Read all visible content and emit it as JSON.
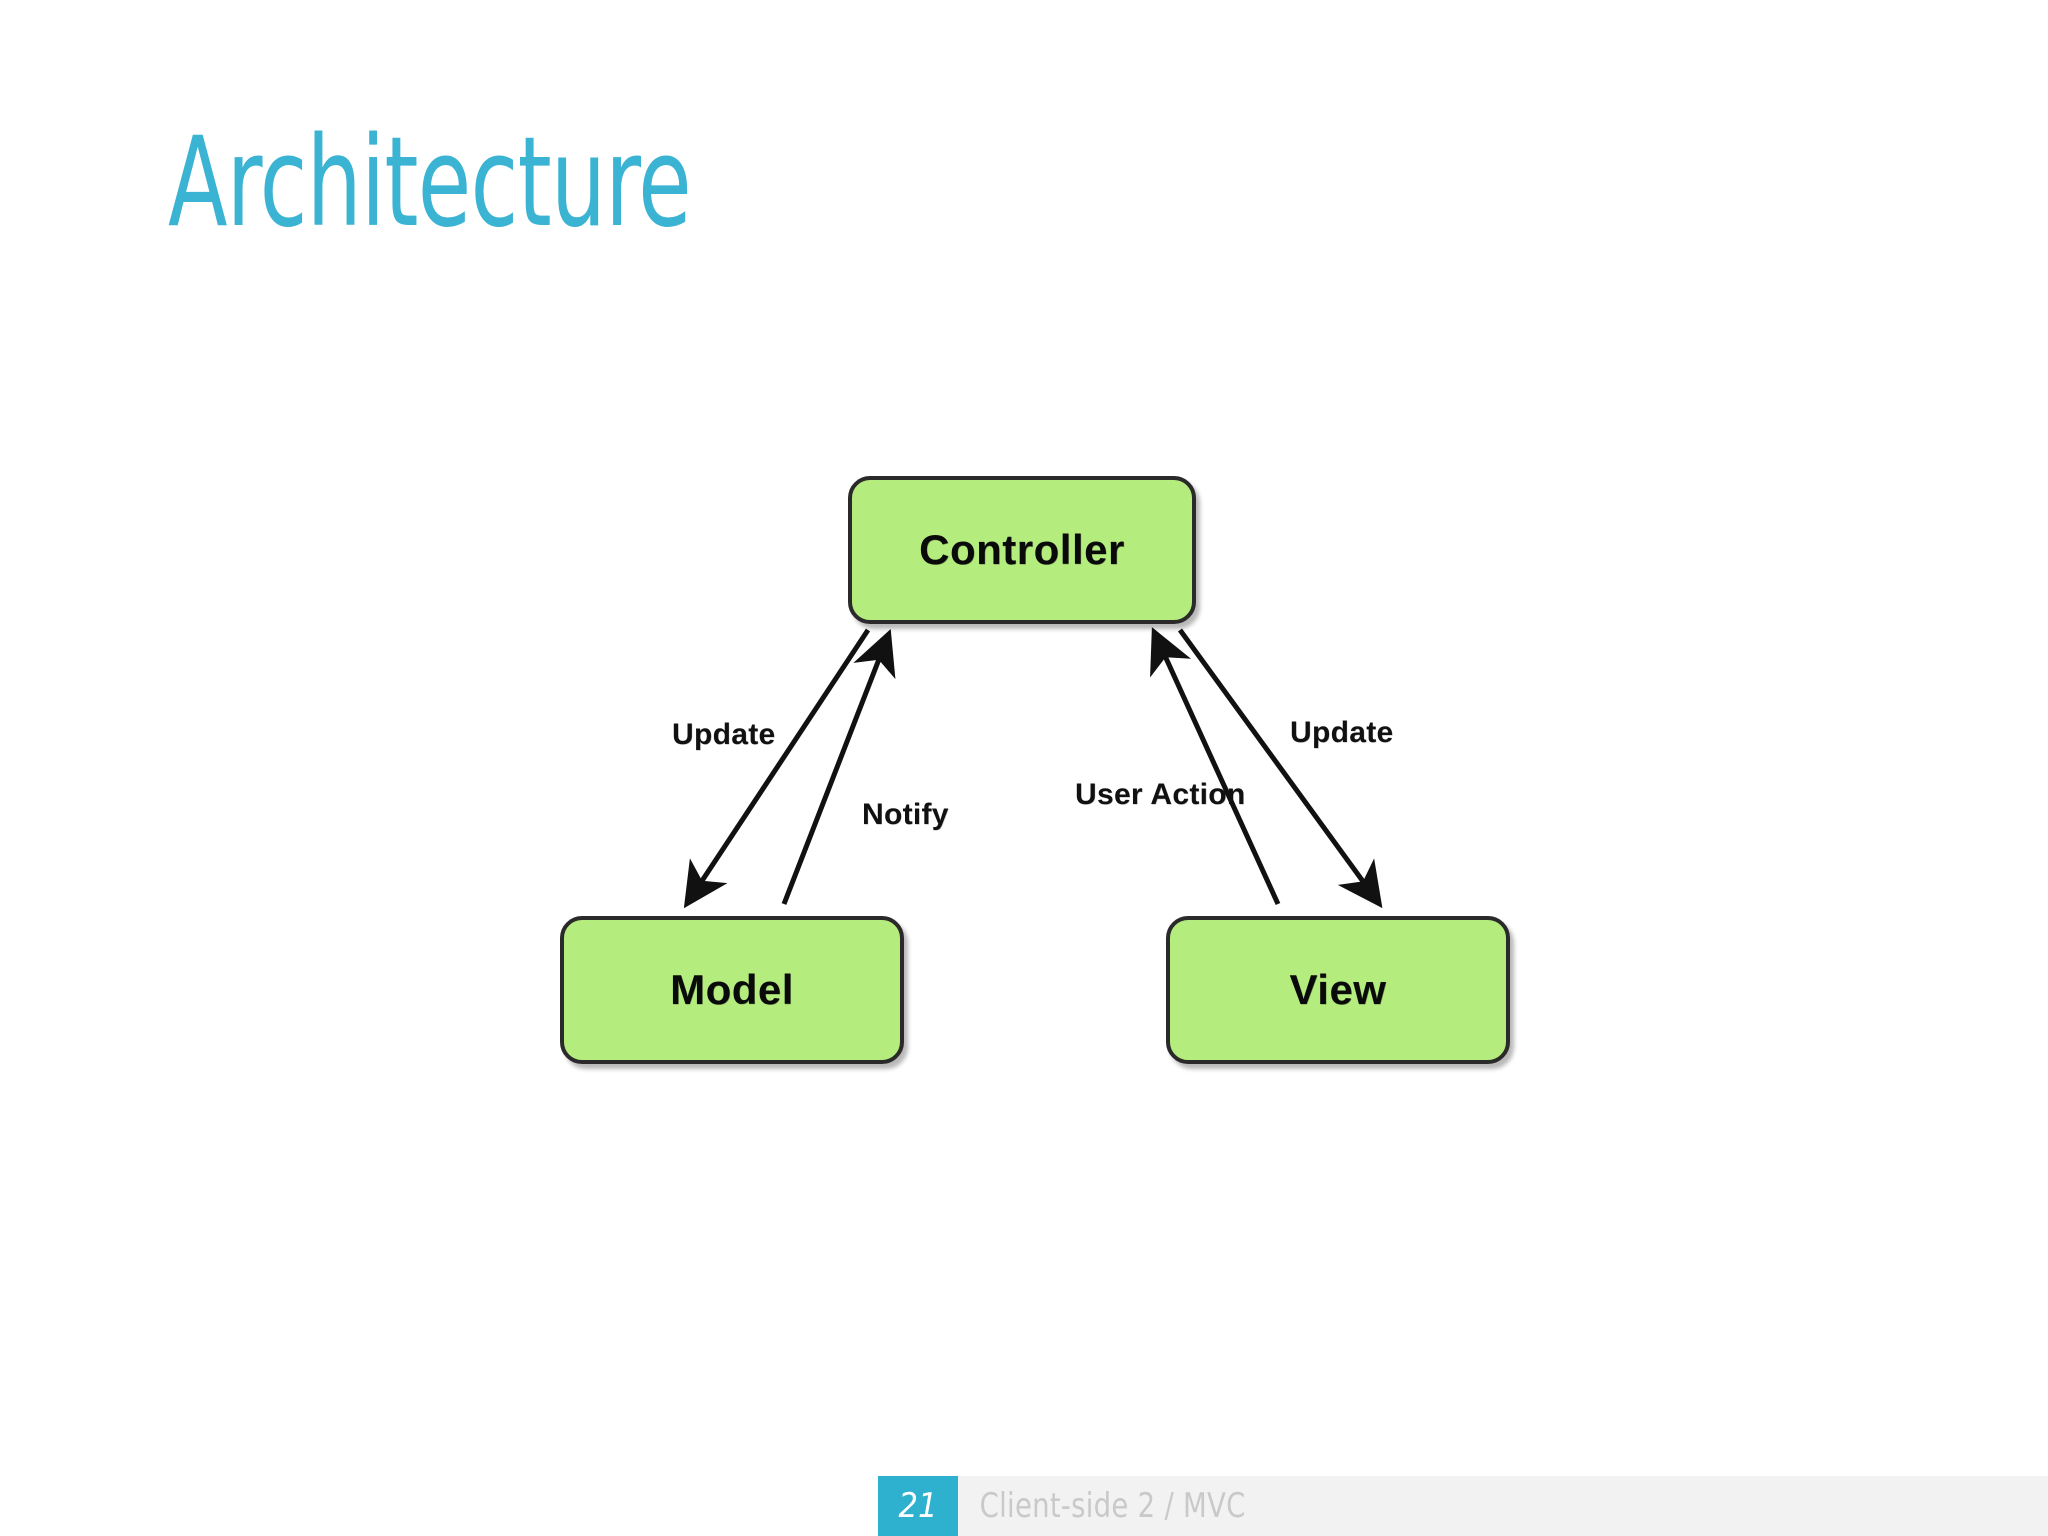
{
  "slide": {
    "title": "Architecture",
    "background_color": "#ffffff",
    "title_color": "#3bb3d2"
  },
  "diagram": {
    "type": "mvc-architecture",
    "box_fill_color": "#b4ec7e",
    "box_border_color": "#2a2a2a",
    "nodes": [
      {
        "id": "controller",
        "label": "Controller"
      },
      {
        "id": "model",
        "label": "Model"
      },
      {
        "id": "view",
        "label": "View"
      }
    ],
    "edges": [
      {
        "id": "controller-to-model",
        "label": "Update",
        "from": "controller",
        "to": "model"
      },
      {
        "id": "model-to-controller",
        "label": "Notify",
        "from": "model",
        "to": "controller"
      },
      {
        "id": "view-to-controller",
        "label": "User Action",
        "from": "view",
        "to": "controller"
      },
      {
        "id": "controller-to-view",
        "label": "Update",
        "from": "controller",
        "to": "view"
      }
    ]
  },
  "footer": {
    "page_number": "21",
    "text": "Client-side 2 / MVC",
    "accent_color": "#2eb1ce",
    "bar_color": "#f2f2f2",
    "text_color": "#c9c9c9"
  }
}
